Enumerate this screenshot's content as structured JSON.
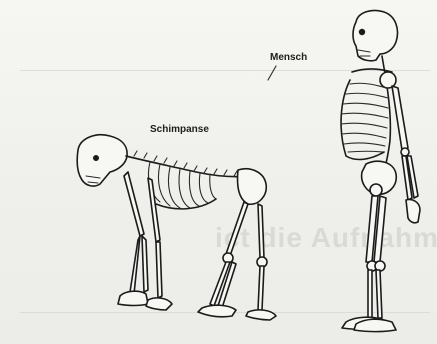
{
  "figure": {
    "labels": {
      "human": "Mensch",
      "chimpanzee": "Schimpanse"
    },
    "background_text": "ict die Aufnahme der Zahl"
  }
}
